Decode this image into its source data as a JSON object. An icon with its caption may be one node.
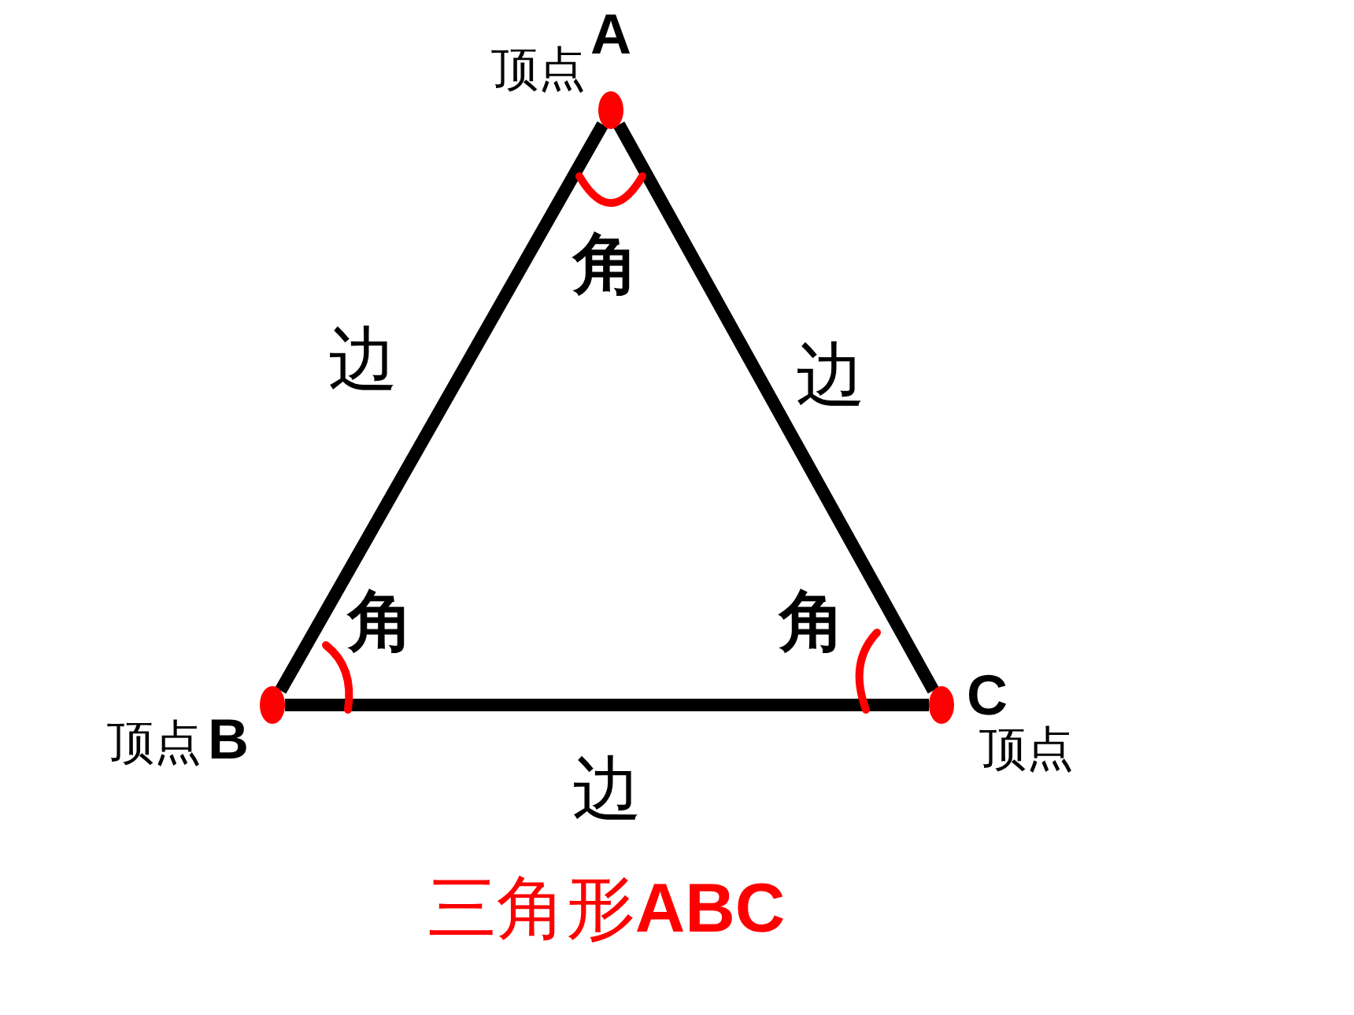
{
  "diagram": {
    "caption": "三角形**ABC**",
    "nodes": [
      {
        "text": [],
        "shape": "circle",
        "beside": [
          "A",
          "顶点"
        ]
      },
      {
        "text": [],
        "shape": "circle",
        "beside": [
          "B",
          "顶点"
        ]
      },
      {
        "text": [],
        "shape": "circle",
        "beside": [
          "C",
          "顶点"
        ]
      }
    ],
    "edges": [
      {
        "from": 0,
        "to": 1,
        "arrow": "none",
        "label": "边"
      },
      {
        "from": 0,
        "to": 2,
        "arrow": "none",
        "label": "边"
      },
      {
        "from": 1,
        "to": 2,
        "arrow": "none",
        "label": "边"
      }
    ],
    "labels": [
      "角",
      "角",
      "角"
    ]
  }
}
